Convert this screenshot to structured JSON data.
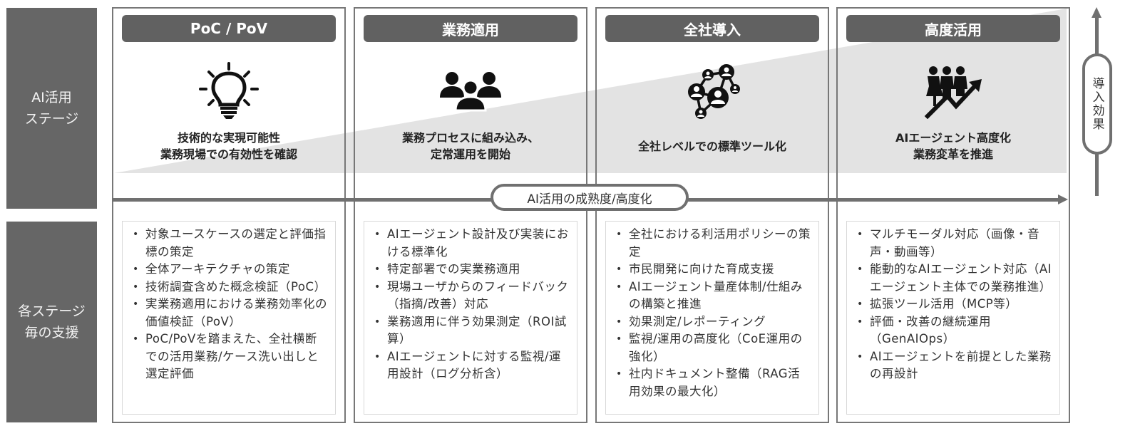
{
  "side_labels": {
    "stage": "AI活用\nステージ",
    "support": "各ステージ\n毎の支援"
  },
  "axes": {
    "horizontal_label": "AI活用の成熟度/高度化",
    "vertical_label": "導入効果"
  },
  "colors": {
    "label_bg": "#666666",
    "header_bg": "#616161",
    "wedge": "#e3e3e3",
    "axis": "#707070",
    "border": "#777777"
  },
  "stages": [
    {
      "title": "PoC / PoV",
      "icon": "lightbulb-icon",
      "description": "技術的な実現可能性\n業務現場での有効性を確認",
      "items": [
        "対象ユースケースの選定と評価指標の策定",
        "全体アーキテクチャの策定",
        "技術調査含めた概念検証（PoC）",
        "実業務適用における業務効率化の価値検証（PoV）",
        "PoC/PoVを踏まえた、全社横断での活用業務/ケース洗い出しと選定評価"
      ]
    },
    {
      "title": "業務適用",
      "icon": "people-group-icon",
      "description": "業務プロセスに組み込み、\n定常運用を開始",
      "items": [
        "AIエージェント設計及び実装における標準化",
        "特定部署での実業務適用",
        "現場ユーザからのフィードバック（指摘/改善）対応",
        "業務適用に伴う効果測定（ROI試算）",
        "AIエージェントに対する監視/運用設計（ログ分析含）"
      ]
    },
    {
      "title": "全社導入",
      "icon": "network-people-icon",
      "description": "全社レベルでの標準ツール化",
      "items": [
        "全社における利活用ポリシーの策定",
        "市民開発に向けた育成支援",
        "AIエージェント量産体制/仕組みの構築と推進",
        "効果測定/レポーティング",
        "監視/運用の高度化（CoE運用の強化）",
        "社内ドキュメント整備（RAG活用効果の最大化）"
      ]
    },
    {
      "title": "高度活用",
      "icon": "people-growth-icon",
      "description": "AIエージェント高度化\n業務変革を推進",
      "items": [
        "マルチモーダル対応（画像・音声・動画等）",
        "能動的なAIエージェント対応（AIエージェント主体での業務推進）",
        "拡張ツール活用（MCP等）",
        "評価・改善の継続運用（GenAIOps）",
        "AIエージェントを前提とした業務の再設計"
      ]
    }
  ]
}
